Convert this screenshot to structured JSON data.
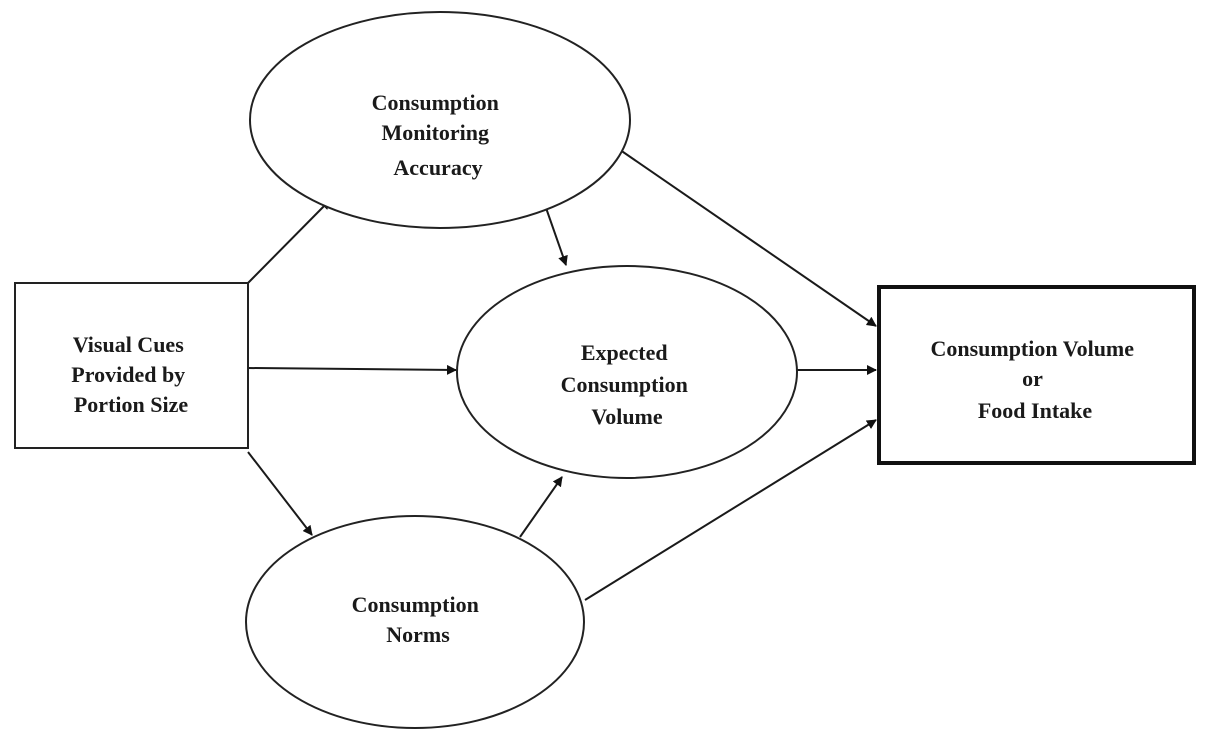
{
  "diagram": {
    "nodes": [
      {
        "id": "visual_cues",
        "shape": "rectangle",
        "lines": [
          "Visual Cues",
          "Provided by",
          "Portion Size"
        ]
      },
      {
        "id": "monitoring_accuracy",
        "shape": "ellipse",
        "lines": [
          "Consumption",
          "Monitoring",
          "Accuracy"
        ]
      },
      {
        "id": "expected_volume",
        "shape": "ellipse",
        "lines": [
          "Expected",
          "Consumption",
          "Volume"
        ]
      },
      {
        "id": "consumption_norms",
        "shape": "ellipse",
        "lines": [
          "Consumption",
          "Norms"
        ]
      },
      {
        "id": "food_intake",
        "shape": "rectangle",
        "emphasis": "thick-border",
        "lines": [
          "Consumption Volume",
          "or",
          "Food Intake"
        ]
      }
    ],
    "edges": [
      {
        "from": "visual_cues",
        "to": "monitoring_accuracy"
      },
      {
        "from": "visual_cues",
        "to": "expected_volume"
      },
      {
        "from": "visual_cues",
        "to": "consumption_norms"
      },
      {
        "from": "monitoring_accuracy",
        "to": "expected_volume"
      },
      {
        "from": "consumption_norms",
        "to": "expected_volume"
      },
      {
        "from": "monitoring_accuracy",
        "to": "food_intake"
      },
      {
        "from": "expected_volume",
        "to": "food_intake"
      },
      {
        "from": "consumption_norms",
        "to": "food_intake"
      }
    ],
    "colors": {
      "stroke": "#222222",
      "text": "#1a1a1a",
      "background": "#ffffff"
    }
  }
}
